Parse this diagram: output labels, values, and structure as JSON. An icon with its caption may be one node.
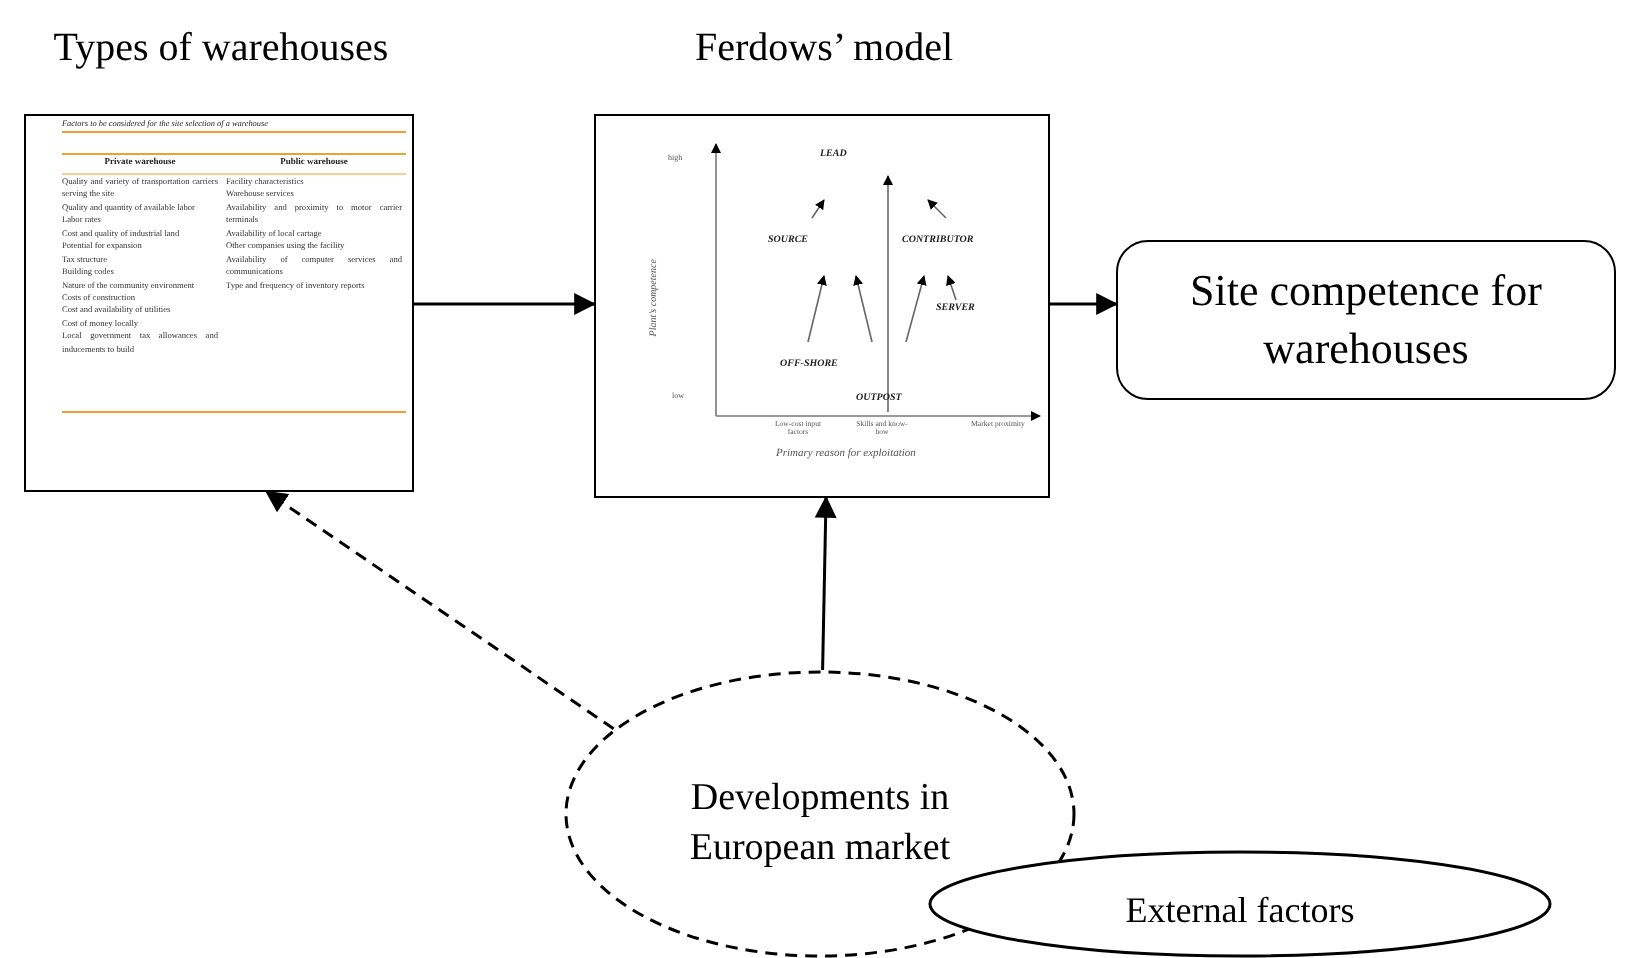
{
  "diagram": {
    "nodes": [
      {
        "text": [
          "Types of warehouses"
        ]
      },
      {
        "text": [
          "Ferdows’ model"
        ]
      },
      {
        "text": [
          "Site competence for warehouses"
        ]
      },
      {
        "text": [
          "Developments in European market"
        ]
      },
      {
        "text": [
          "External factors"
        ]
      }
    ],
    "edges": [
      {
        "from": 0,
        "to": 1,
        "arrow": "to"
      },
      {
        "from": 1,
        "to": 2,
        "arrow": "to"
      },
      {
        "from": 3,
        "to": 1,
        "arrow": "to"
      },
      {
        "from": 3,
        "to": 0,
        "arrow": "to",
        "style": "dashed"
      }
    ],
    "labels": [
      "Factors to be considered for the site selection of a warehouse",
      "Private warehouse",
      "Public warehouse",
      "Quality and variety of transportation carriers serving the site",
      "Quality and quantity of available labor",
      "Labor rates",
      "Cost and quality of industrial land",
      "Potential for expansion",
      "Tax structure",
      "Building codes",
      "Nature of the community environment",
      "Costs of construction",
      "Cost and availability of utilities",
      "Cost of money locally",
      "Local government tax allowances and inducements to build",
      "Facility characteristics",
      "Warehouse services",
      "Availability and proximity to motor carrier terminals",
      "Availability of local cartage",
      "Other companies using the facility",
      "Availability of computer services and communications",
      "Type and frequency of inventory reports",
      "high",
      "low",
      "Plant’s competence",
      "LEAD",
      "SOURCE",
      "CONTRIBUTOR",
      "SERVER",
      "OFF-SHORE",
      "OUTPOST",
      "Low-cost input factors",
      "Skills and know-how",
      "Market proximity",
      "Primary reason for exploitation"
    ]
  }
}
